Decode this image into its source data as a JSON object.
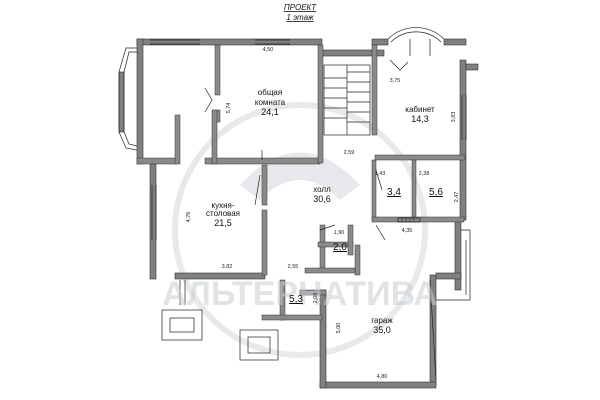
{
  "header": {
    "title_line1": "ПРОЕКТ",
    "title_line2": "1 этаж"
  },
  "rooms": {
    "living": {
      "name_line1": "общая",
      "name_line2": "комната",
      "area": "24,1"
    },
    "study": {
      "name": "кабинет",
      "area": "14,3"
    },
    "hall": {
      "name": "холл",
      "area": "30,6"
    },
    "kitchen": {
      "name_line1": "кухня-",
      "name_line2": "столовая",
      "area": "21,5"
    },
    "garage": {
      "name": "гараж",
      "area": "35,0"
    }
  },
  "small_areas": {
    "a": "3,4",
    "b": "5,6",
    "c": "2,0",
    "d": "5,3"
  },
  "dimensions": {
    "d_450": "4,50",
    "d_574": "5,74",
    "d_375": "3,75",
    "d_383": "3,83",
    "d_259": "2,59",
    "d_143": "1,43",
    "d_238": "2,38",
    "d_247": "2,47",
    "d_476": "4,76",
    "d_435": "4,35",
    "d_190": "1,90",
    "d_382": "3,82",
    "d_255": "2,55",
    "d_200": "2,00",
    "d_500": "5,00",
    "d_480": "4,80"
  },
  "watermark": "АЛЬТЕРНАТИВА",
  "colors": {
    "wall": "#808080",
    "wall_edge": "#333333",
    "line": "#222222",
    "watermark": "#c9ced3"
  }
}
